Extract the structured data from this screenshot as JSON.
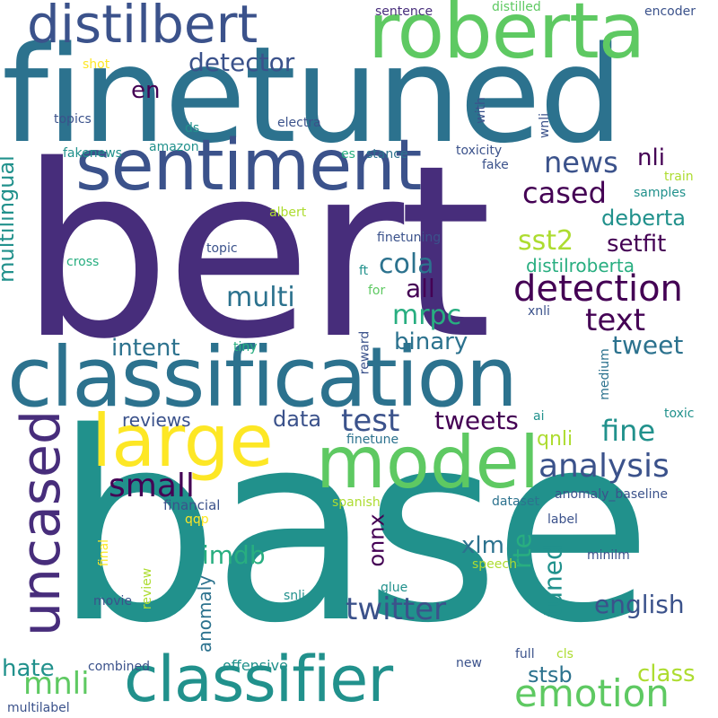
{
  "palette": {
    "dark_purple": "#440154",
    "indigo": "#472d7b",
    "blue": "#3b528b",
    "steel": "#2c728e",
    "teal": "#21918c",
    "sea": "#28ae80",
    "green": "#5ec962",
    "lime": "#addc30",
    "yellow": "#fde725"
  },
  "words": [
    "bert",
    "base",
    "finetuned",
    "classification",
    "model",
    "sentiment",
    "roberta",
    "classifier",
    "distilbert",
    "uncased",
    "large",
    "detection",
    "emotion",
    "analysis",
    "twitter",
    "tweets",
    "test",
    "news",
    "cased",
    "text",
    "multi",
    "cola",
    "sst2",
    "mrpc",
    "multilingual",
    "deberta",
    "detector",
    "setfit",
    "all",
    "mnli",
    "tweet",
    "fine",
    "small",
    "english",
    "binary",
    "hate",
    "intent",
    "rte",
    "imdb",
    "data",
    "xlm",
    "tuned",
    "onnx",
    "class",
    "en",
    "nli",
    "stsb",
    "qnli",
    "reviews",
    "distilroberta",
    "anomaly",
    "offensive",
    "label",
    "financial",
    "anomaly_baseline",
    "spanish",
    "sentence",
    "distilled",
    "encoder",
    "shot",
    "topics",
    "electra",
    "ds",
    "amazon",
    "fakenews",
    "es",
    "stance",
    "toxicity",
    "fake",
    "train",
    "samples",
    "with",
    "wnli",
    "albert",
    "finetuning",
    "topic",
    "cross",
    "ft",
    "for",
    "xnli",
    "tiny",
    "reward",
    "medium",
    "ai",
    "toxic",
    "finetune",
    "dataset",
    "qqp",
    "final",
    "review",
    "movie",
    "speech",
    "minilm",
    "glue",
    "snli",
    "combined",
    "new",
    "full",
    "cls",
    "multilabel"
  ]
}
